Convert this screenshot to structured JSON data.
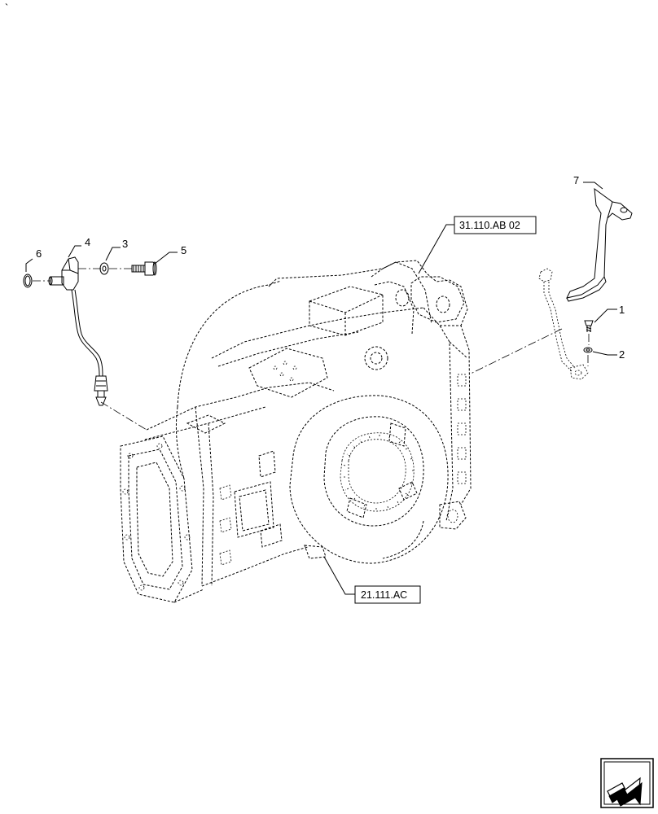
{
  "references": {
    "ref_top": "31.110.AB 02",
    "ref_bottom": "21.111.AC"
  },
  "callouts": {
    "c1": "1",
    "c2": "2",
    "c3": "3",
    "c4": "4",
    "c5": "5",
    "c6": "6",
    "c7": "7"
  },
  "top_mark": "`",
  "nav_icon": "next-page-arrow-icon"
}
